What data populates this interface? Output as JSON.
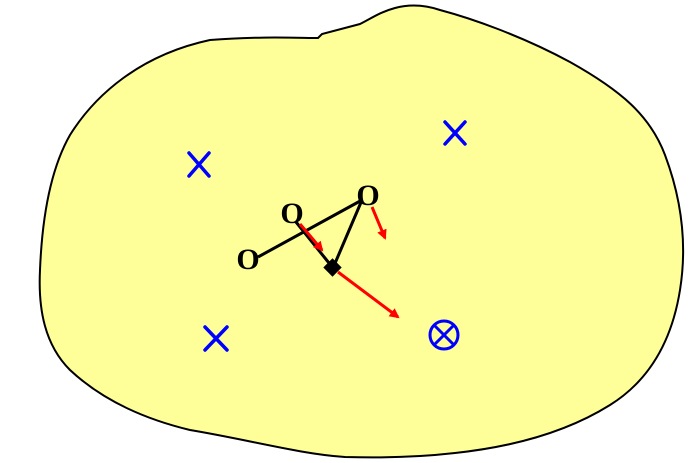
{
  "colors": {
    "region_fill": "#FFFF99",
    "region_stroke": "#000000",
    "cross_marker": "#0000FF",
    "target_marker": "#0000FF",
    "edge": "#000000",
    "arrow": "#FF0000",
    "diamond": "#000000"
  },
  "nodes": [
    {
      "id": "node-left",
      "label": "O"
    },
    {
      "id": "node-middle",
      "label": "O"
    },
    {
      "id": "node-right",
      "label": "O"
    }
  ],
  "markers": {
    "crosses": [
      "x-marker-top-left",
      "x-marker-top-right",
      "x-marker-bottom-left"
    ],
    "target": "circled-x-marker"
  },
  "icons": {
    "cross": "x-icon",
    "target": "circled-x-icon",
    "diamond": "diamond-icon",
    "arrow": "arrowhead-icon"
  }
}
